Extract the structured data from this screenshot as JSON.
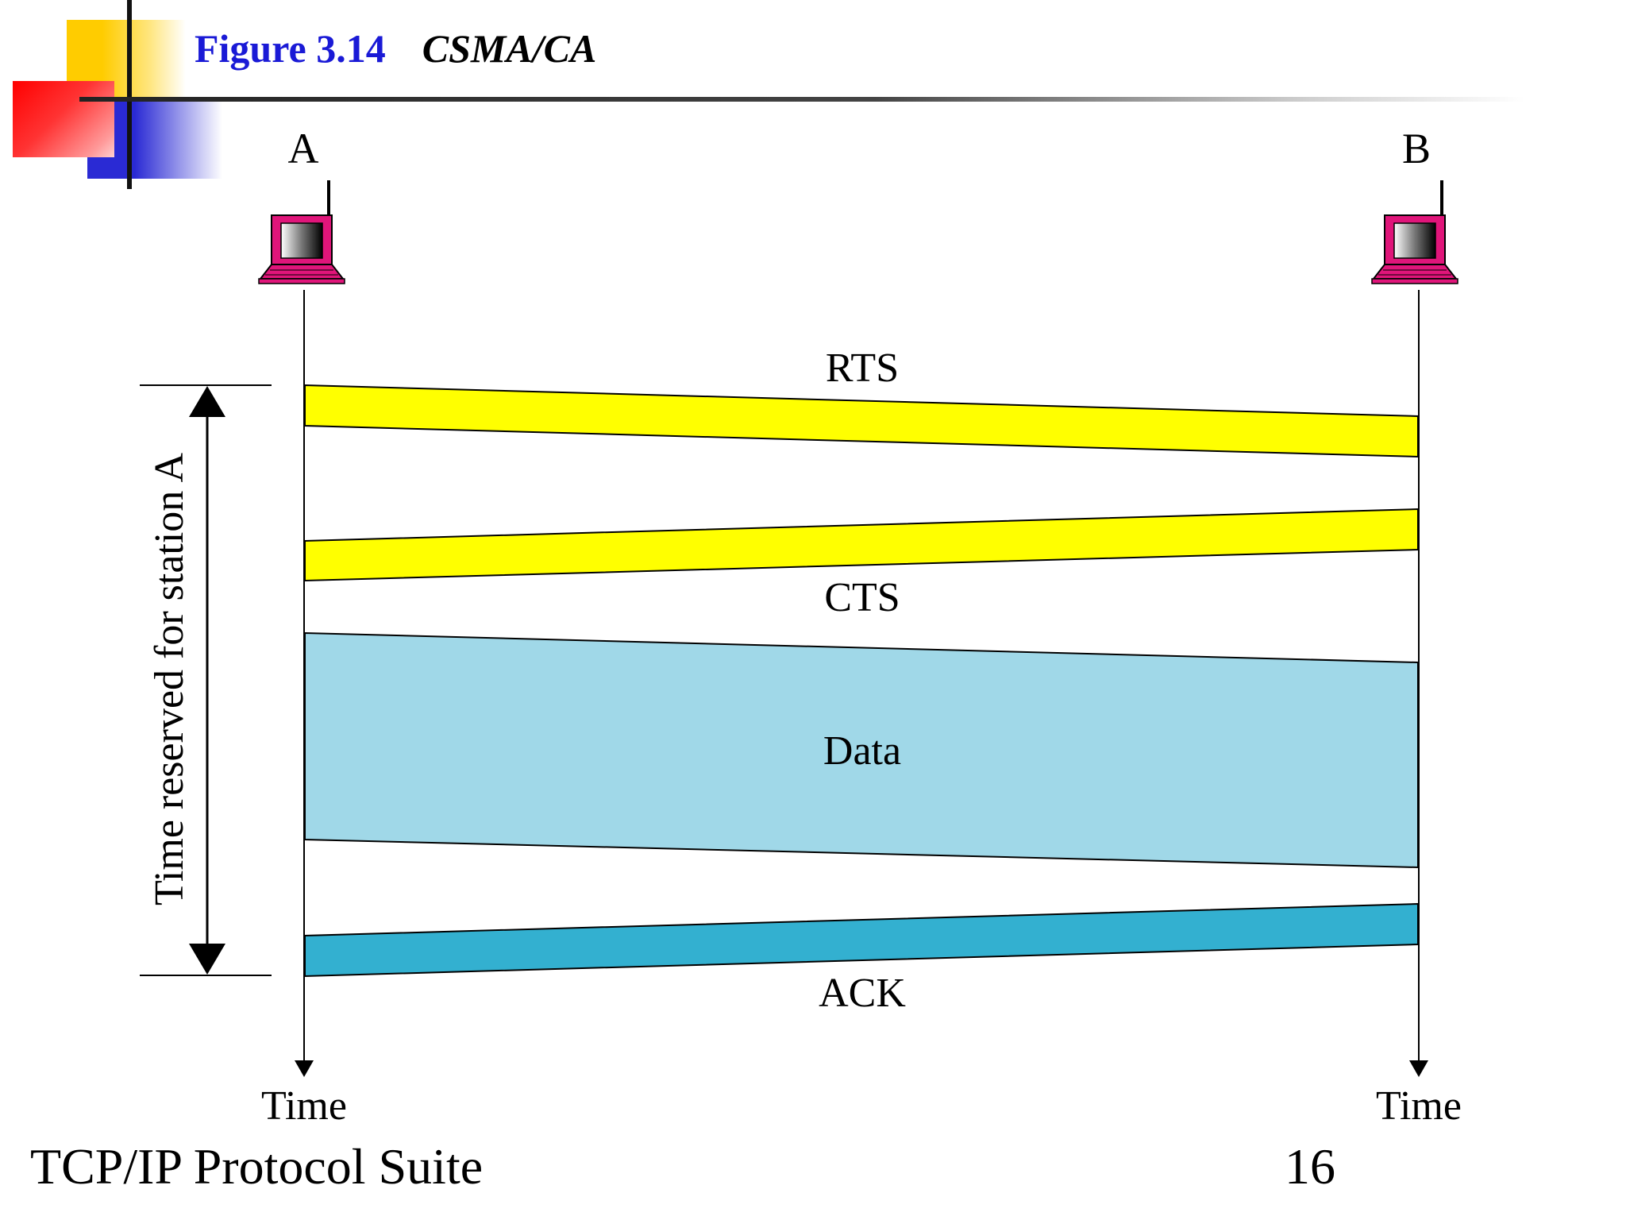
{
  "header": {
    "figure_number": "Figure 3.14",
    "figure_title": "CSMA/CA"
  },
  "stations": [
    {
      "label": "A",
      "time_label": "Time",
      "icon": "computer-icon"
    },
    {
      "label": "B",
      "time_label": "Time",
      "icon": "computer-icon"
    }
  ],
  "messages": {
    "rts": "RTS",
    "cts": "CTS",
    "data": "Data",
    "ack": "ACK"
  },
  "reserved_label": "Time reserved for station A",
  "footer": {
    "left": "TCP/IP Protocol Suite",
    "page": "16"
  },
  "colors": {
    "rts_cts": "#ffff00",
    "data": "#a0d8e8",
    "ack": "#33b0d0",
    "figure_number": "#1a1ad6",
    "computer": "#e0157a"
  }
}
